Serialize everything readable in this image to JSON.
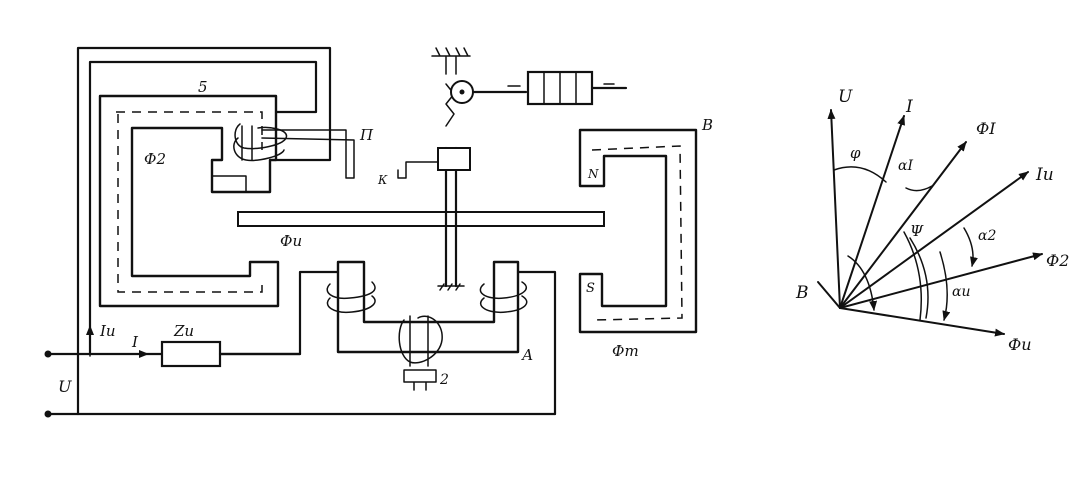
{
  "circuit": {
    "voltage_label": "U",
    "current_u_label": "Iu",
    "current_i_label": "I",
    "impedance_label": "Zu",
    "magnet_5_label": "5",
    "flux_2_label": "Ф2",
    "flux_u_label": "Фu",
    "flux_m_label": "Фm",
    "shunt_label": "П",
    "magnet_b_label": "В",
    "pole_n_label": "N",
    "pole_s_label": "S",
    "counter_label": "К",
    "magnet_a_label": "А",
    "element_2_label": "2"
  },
  "phasor": {
    "labels": {
      "u": "U",
      "i": "I",
      "phi_i": "ФI",
      "i_u": "Iu",
      "phi_2": "Ф2",
      "phi_u": "Фu",
      "b": "В",
      "angle_phi": "φ",
      "angle_psi": "Ψ",
      "alpha_i": "αI",
      "alpha_2": "α2",
      "alpha_u": "αu"
    }
  },
  "colors": {
    "ink": "#111111",
    "paper": "#ffffff"
  }
}
